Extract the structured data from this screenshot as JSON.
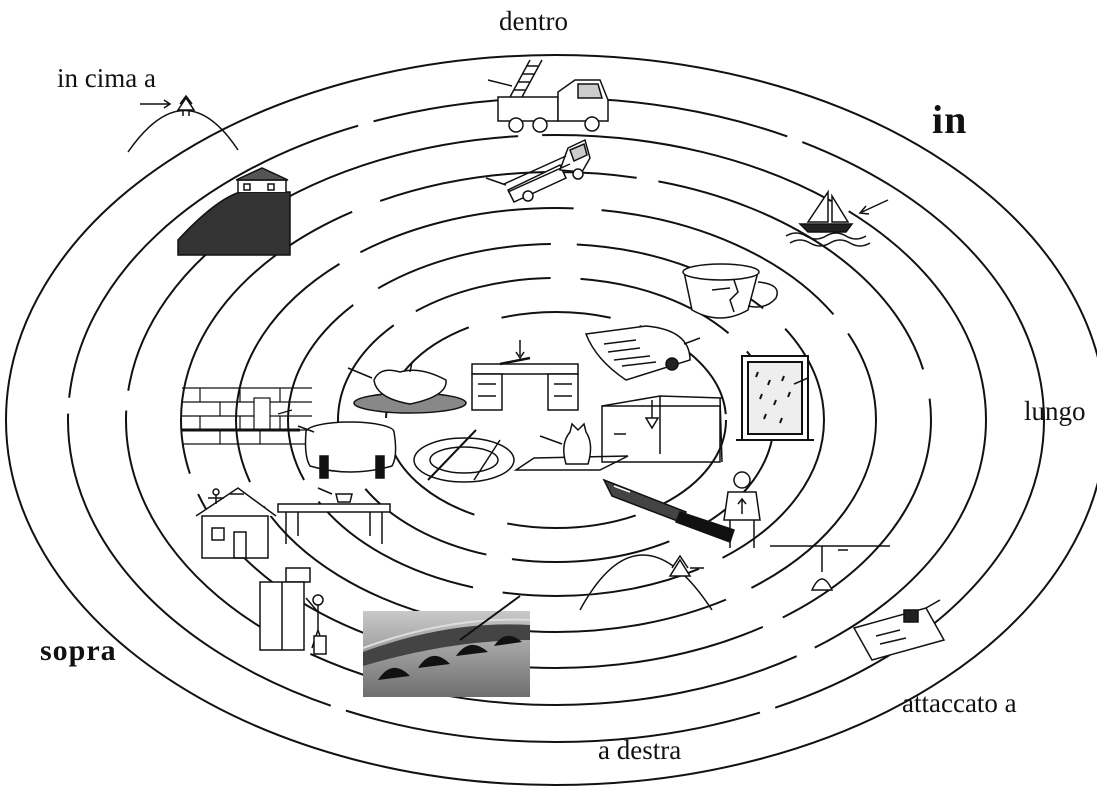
{
  "labels": {
    "dentro": "dentro",
    "in_cima_a": "in cima a",
    "in": "in",
    "lungo": "lungo",
    "sopra": "sopra",
    "attaccato_a": "attaccato a",
    "a_destra": "a destra"
  },
  "colors": {
    "ink": "#111111",
    "background": "#ffffff",
    "photo_grey": "#8a8a8a"
  },
  "figure": {
    "ring_count": 8,
    "illustrations": [
      "tree-on-hilltop",
      "house-on-hillside",
      "truck-ladder-on-top",
      "truck-ladder-inside",
      "sailboat-on-waves",
      "cracked-cup",
      "document-with-seal",
      "window-with-rain",
      "apple-on-plate",
      "desk-with-pen",
      "cat-on-rug",
      "room-with-lamp",
      "wall-with-shelf",
      "table-with-tablecloth",
      "plate-with-knife",
      "knife-with-handle",
      "boy-with-shirt",
      "house-with-person-on-roof",
      "table-with-cup",
      "wardrobe-with-box",
      "railway-bridge-photo",
      "tree-on-slope",
      "hanging-lamp",
      "envelope-with-stamp"
    ]
  }
}
